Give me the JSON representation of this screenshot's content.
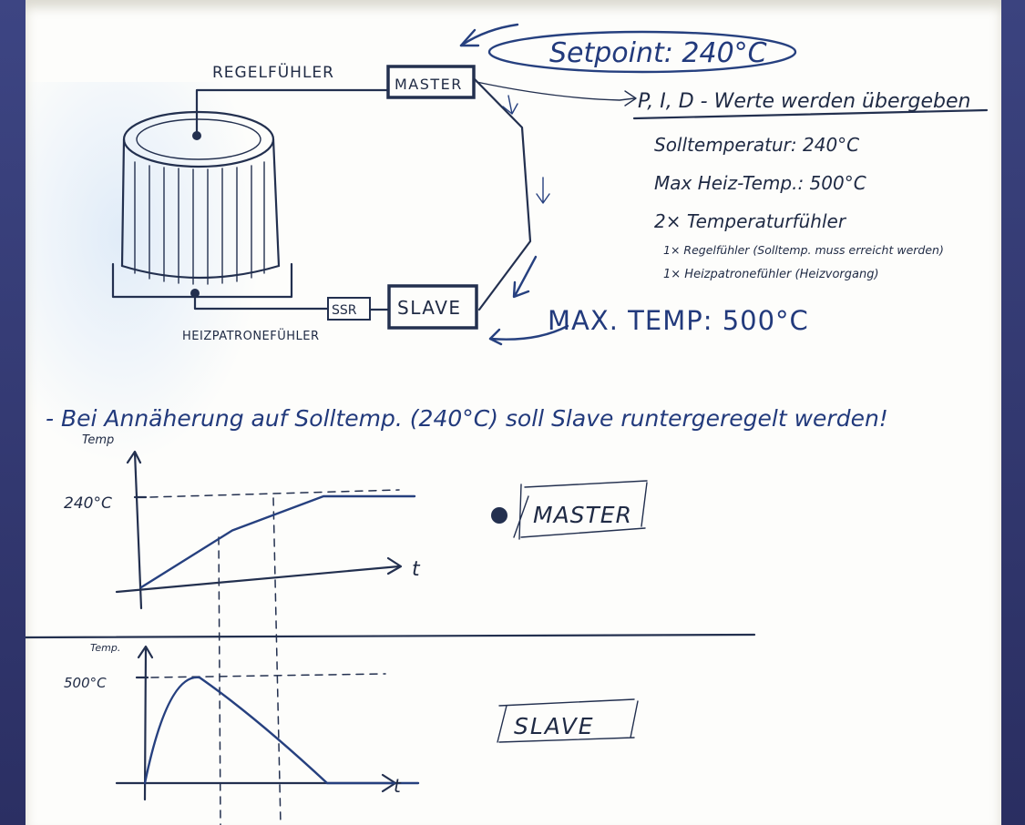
{
  "top": {
    "setpoint": "Setpoint: 240°C",
    "pid_note": "P, I, D - Werte werden übergeben",
    "soll_temp": "Solltemperatur: 240°C",
    "max_heiz": "Max Heiz-Temp.: 500°C",
    "sensors_title": "2× Temperaturfühler",
    "sensor1": "1× Regelfühler (Solltemp. muss erreicht werden)",
    "sensor2": "1× Heizpatronefühler (Heizvorgang)",
    "max_temp": "MAX. TEMP: 500°C"
  },
  "diagram": {
    "regelfuehler": "REGELFÜHLER",
    "heizpatronefuehler": "HEIZPATRONEFÜHLER",
    "master": "MASTER",
    "slave": "SLAVE",
    "ssr": "SSR"
  },
  "note": "- Bei Annäherung auf Solltemp. (240°C) soll Slave runtergeregelt werden!",
  "chart_master": {
    "ylabel": "Temp",
    "xlabel": "t",
    "tick": "240°C",
    "label": "MASTER"
  },
  "chart_slave": {
    "ylabel": "Temp.",
    "xlabel": "t",
    "tick": "500°C",
    "label": "SLAVE"
  },
  "chart_data": [
    {
      "type": "line",
      "series": [
        {
          "x": [
            0,
            1,
            2,
            3
          ],
          "y": [
            0,
            150,
            240,
            240
          ]
        }
      ],
      "xlabel": "t",
      "ylabel": "Temp",
      "yticks": [
        "240°C"
      ],
      "grid": false
    },
    {
      "type": "line",
      "series": [
        {
          "x": [
            0,
            0.6,
            2.0,
            3.0
          ],
          "y": [
            0,
            500,
            0,
            0
          ]
        }
      ],
      "xlabel": "t",
      "ylabel": "Temp.",
      "yticks": [
        "500°C"
      ],
      "grid": false
    }
  ]
}
